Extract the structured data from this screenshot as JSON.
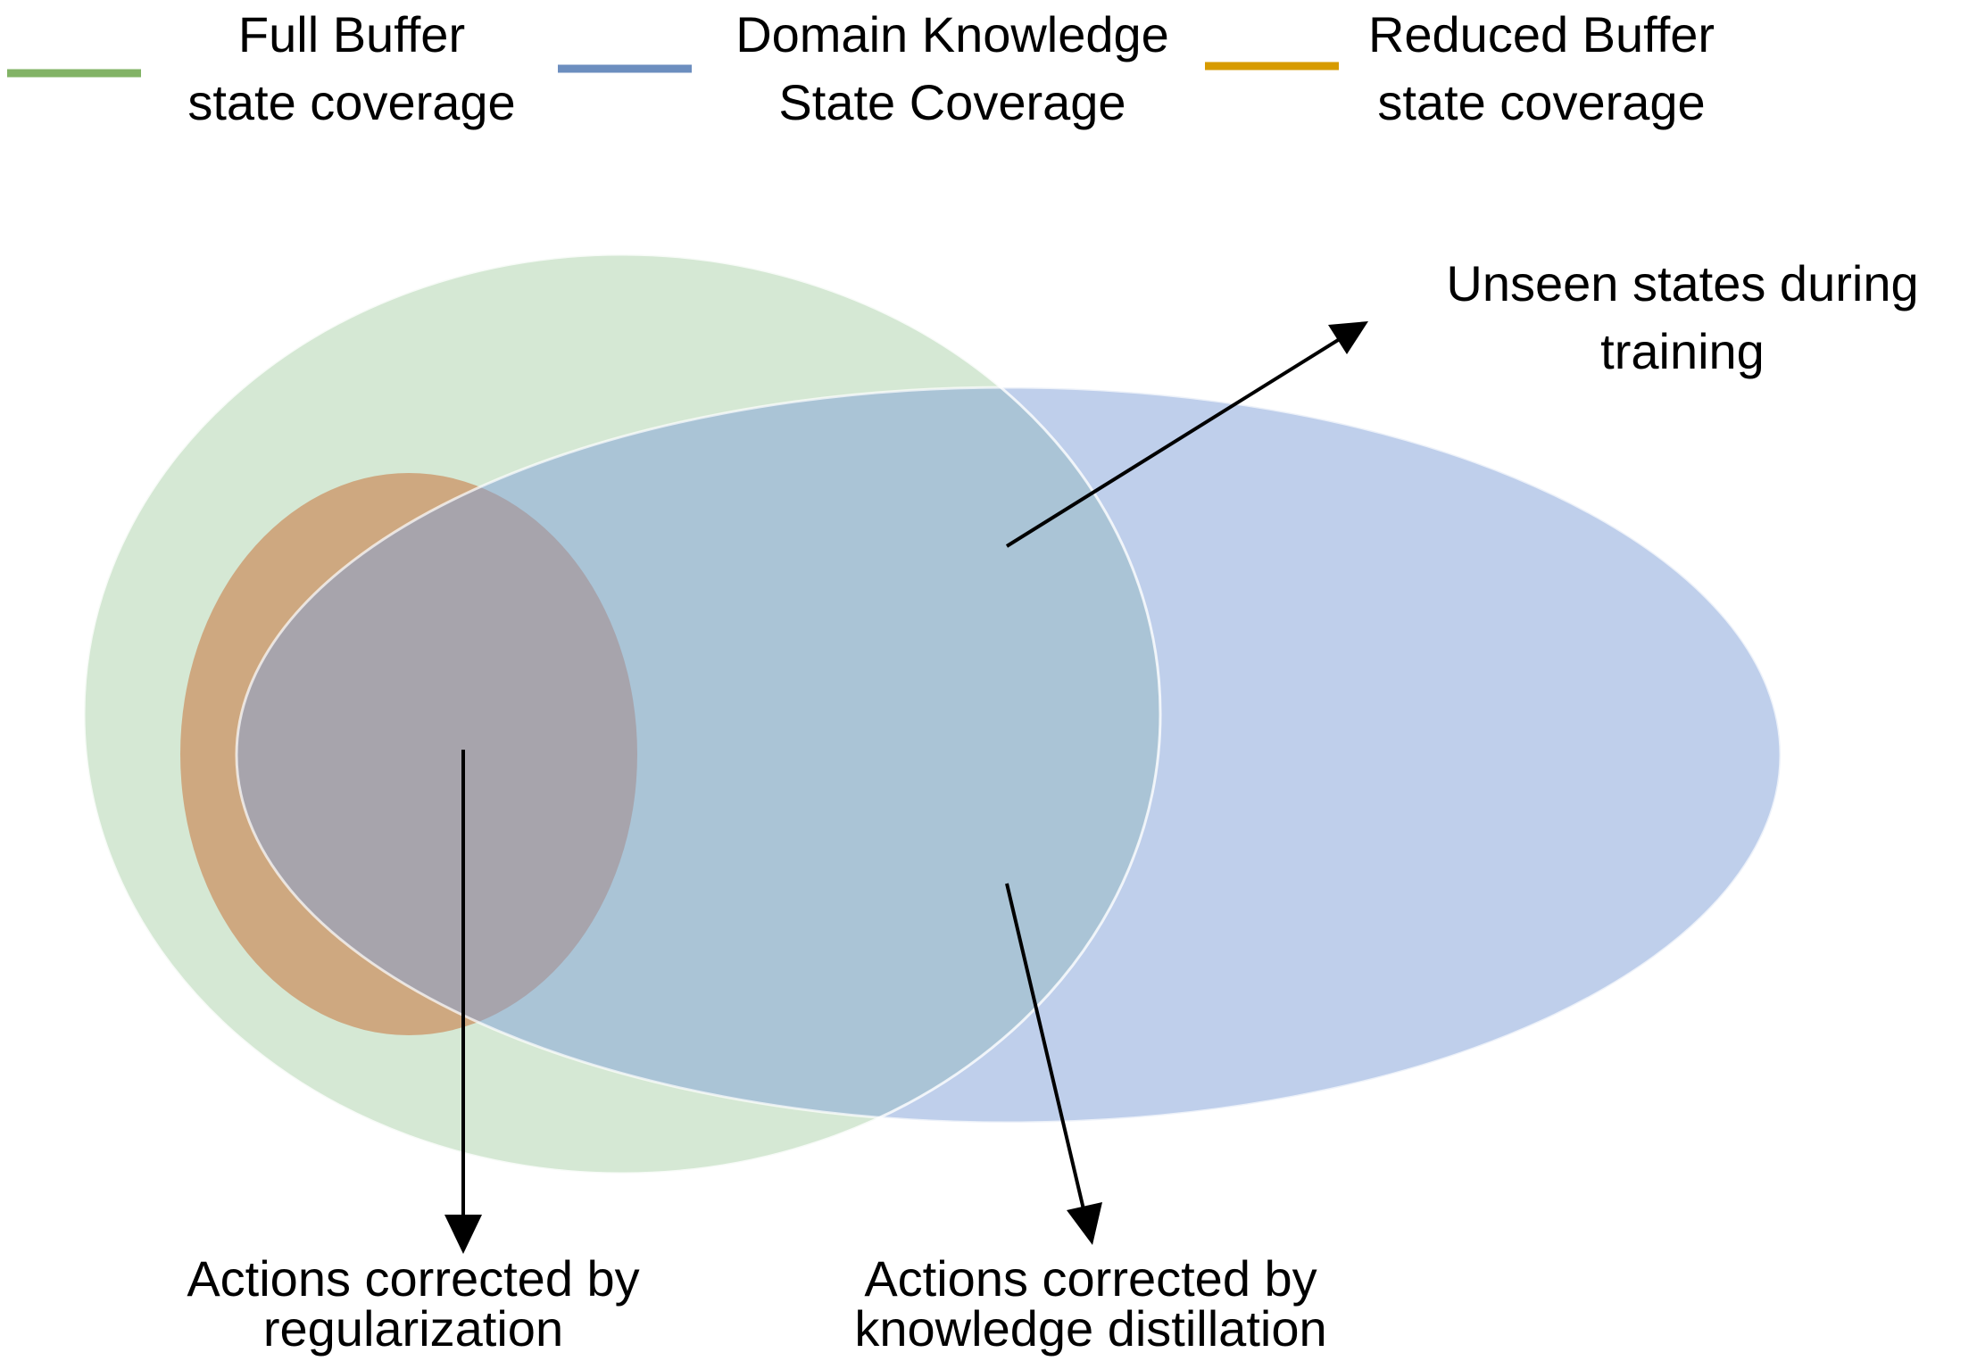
{
  "legend": {
    "full_buffer": {
      "line1": "Full Buffer",
      "line2": "state coverage",
      "color": "#82B366"
    },
    "domain_knowledge": {
      "line1": "Domain Knowledge",
      "line2": "State Coverage",
      "color": "#6C8EBF"
    },
    "reduced_buffer": {
      "line1": "Reduced Buffer",
      "line2": "state coverage",
      "color": "#D79B00"
    }
  },
  "regions": {
    "full_buffer_fill": "#D5E8D4",
    "domain_knowledge_fill": "#7F9FD7",
    "reduced_buffer_fill": "#C9733A"
  },
  "annotations": {
    "unseen": {
      "line1": "Unseen states during",
      "line2": "training"
    },
    "regularization": {
      "line1": "Actions corrected by",
      "line2": "regularization"
    },
    "distillation": {
      "line1": "Actions corrected by",
      "line2": "knowledge distillation"
    }
  }
}
